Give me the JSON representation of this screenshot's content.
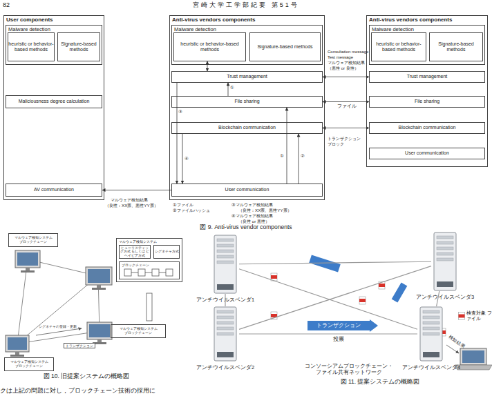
{
  "diagram": {
    "nodes": [
      {
        "text": [
          "User components"
        ]
      },
      {
        "text": [
          "Malware detection"
        ],
        "in": 0
      },
      {
        "text": [
          "heuristic or behavior-based methods"
        ],
        "in": 1
      },
      {
        "text": [
          "Signature-based methods"
        ],
        "in": 1
      },
      {
        "text": [
          "Maliciousness degree calculation"
        ],
        "in": 0
      },
      {
        "text": [
          "AV communication"
        ],
        "in": 0
      },
      {
        "text": [
          "Anti-virus vendors components"
        ]
      },
      {
        "text": [
          "Malware detection"
        ],
        "in": 6
      },
      {
        "text": [
          "heuristic or behavior-based methods"
        ],
        "in": 7
      },
      {
        "text": [
          "Signature-based methods"
        ],
        "in": 7
      },
      {
        "text": [
          "Trust management"
        ],
        "in": 6
      },
      {
        "text": [
          "File sharing"
        ],
        "in": 6
      },
      {
        "text": [
          "Blockchain communication"
        ],
        "in": 6
      },
      {
        "text": [
          "User communication"
        ],
        "in": 6
      },
      {
        "text": [
          "Anti-virus vendors components"
        ]
      },
      {
        "text": [
          "Malware detection"
        ],
        "in": 14
      },
      {
        "text": [
          "heuristic or behavior-based methods"
        ],
        "in": 15
      },
      {
        "text": [
          "Signature-based methods"
        ],
        "in": 15
      },
      {
        "text": [
          "Trust management"
        ],
        "in": 14
      },
      {
        "text": [
          "File sharing"
        ],
        "in": 14
      },
      {
        "text": [
          "Blockchain communication"
        ],
        "in": 14
      },
      {
        "text": [
          "User communication"
        ],
        "in": 14
      },
      {
        "text": [
          "マルウェア検知システム",
          "ブロックチェーン"
        ]
      },
      {
        "text": [
          "マルウェア検知システム"
        ]
      },
      {
        "text": [
          "ヒューリスティック方式 もしくは ビヘイビア方式"
        ],
        "in": 23
      },
      {
        "text": [
          "シグネチャ方式"
        ],
        "in": 23
      },
      {
        "text": [
          "ブロックチェーン"
        ],
        "in": 23
      },
      {
        "text": [
          "マルウェア検知システム",
          "ブロックチェーン"
        ]
      },
      {
        "text": [
          "マルウェア検知システム",
          "ブロックチェーン"
        ]
      },
      {
        "text": [
          "アンチウイルスベンダ1"
        ]
      },
      {
        "text": [
          "アンチウイルスベンダ3"
        ]
      },
      {
        "text": [
          "アンチウイルスベンダ2"
        ]
      },
      {
        "text": [
          "アンチウイルスベンダ4"
        ]
      }
    ],
    "edges": [
      {
        "from": 10,
        "to": 18,
        "arrow": "both"
      },
      {
        "from": 11,
        "to": 19,
        "label": "ファイル",
        "arrow": "both"
      },
      {
        "from": 12,
        "to": 20,
        "arrow": "both"
      },
      {
        "from": 13,
        "to": 5,
        "arrow": "to"
      },
      {
        "from": 13,
        "to": 11,
        "label": "①",
        "arrow": "to"
      },
      {
        "from": 13,
        "to": 12,
        "label": "②",
        "arrow": "to"
      },
      {
        "from": 11,
        "to": 10,
        "label": "①",
        "arrow": "to"
      },
      {
        "from": 10,
        "to": 8,
        "arrow": "both"
      },
      {
        "from": 10,
        "to": 13,
        "label": "③",
        "arrow": "to"
      },
      {
        "from": 12,
        "to": 13,
        "label": "④",
        "arrow": "to"
      },
      {
        "from": 29,
        "to": 30,
        "arrow": "none"
      },
      {
        "from": 29,
        "to": 31,
        "arrow": "none"
      },
      {
        "from": 31,
        "to": 32,
        "arrow": "none"
      },
      {
        "from": 30,
        "to": 32,
        "arrow": "none"
      },
      {
        "from": 29,
        "to": 32,
        "arrow": "none"
      },
      {
        "from": 31,
        "to": 30,
        "arrow": "none"
      }
    ],
    "labels": [
      "82",
      "宮崎大学工学部紀要 第51号",
      "Consultation message",
      "Test message",
      "マルウェア検知結果",
      "（悪性 or 良性）",
      "トランザクション",
      "ブロック",
      "マルウェア検知結果",
      "（良性：XX票、悪性YY票）",
      "①ファイル",
      "②ファイルハッシュ",
      "③マルウェア検知結果",
      "（良性：XX票、悪性YY票）",
      "④マルウェア検知結果",
      "（良性 or 悪性）",
      "シグネチャの登録・更新",
      "トランザクション",
      "トランザクション",
      "投票",
      "コンソーシアムブロックチェーン・ ファイル共有ネットワーク",
      "検知結果",
      "クは上記の問題に対し，ブロックチェーン技術の採用に",
      "図 9. Anti-virus vendor components",
      "図 10. 旧提案システムの概略図",
      "図 11. 提案システムの概略図"
    ],
    "legend": [
      {
        "text": "検査対象 ファイル"
      }
    ]
  }
}
